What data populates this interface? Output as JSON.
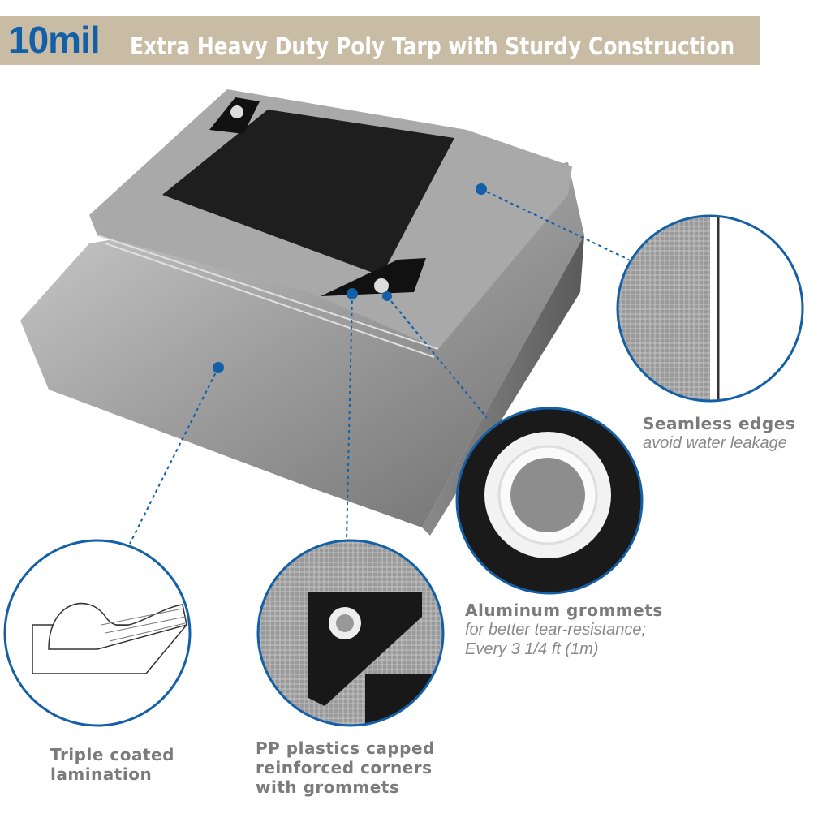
{
  "header": {
    "brand": "10mil",
    "title": "Extra Heavy Duty Poly Tarp with Sturdy Construction"
  },
  "features": [
    {
      "title": "Seamless edges",
      "lines": [
        "avoid water leakage"
      ]
    },
    {
      "title": "Aluminum grommets",
      "lines": [
        "for better tear-resistance;",
        "Every 3 1/4 ft (1m)"
      ]
    },
    {
      "title_lines": [
        "Triple coated",
        "lamination"
      ]
    },
    {
      "title_lines": [
        "PP plastics capped",
        "reinforced corners",
        "with grommets"
      ]
    }
  ],
  "colors": {
    "banner": "#c9bca5",
    "accent": "#1460a8",
    "tarp": "#a8a8a8",
    "black": "#1c1c1c"
  }
}
